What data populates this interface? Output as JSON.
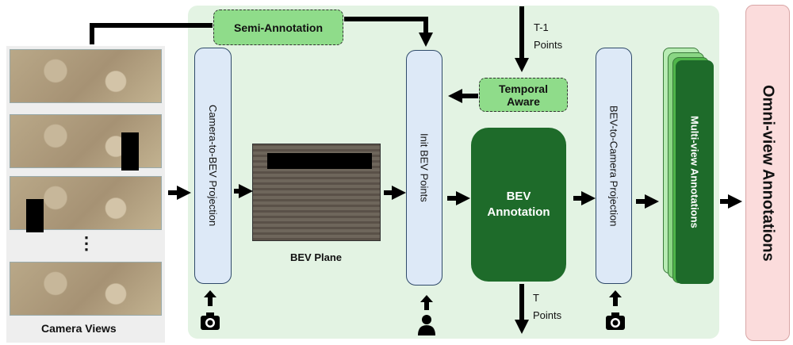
{
  "labels": {
    "camera_views": "Camera Views",
    "camera_to_bev": "Camera-to-BEV Projection",
    "semi_annotation": "Semi-Annotation",
    "bev_plane": "BEV Plane",
    "init_bev_points": "Init BEV Points",
    "t_minus_1": "T-1",
    "points_top": "Points",
    "temporal_aware_1": "Temporal",
    "temporal_aware_2": "Aware",
    "bev_annotation_1": "BEV",
    "bev_annotation_2": "Annotation",
    "t": "T",
    "points_bottom": "Points",
    "bev_to_camera": "BEV-to-Camera Projection",
    "multi_view": "Multi-view Annotations",
    "omni_view": "Omni-view Annotations",
    "ellipsis": "⋮"
  },
  "icons": [
    "camera-icon",
    "person-icon"
  ],
  "colors": {
    "panel": "#e3f3e3",
    "projection_bar": "#dde9f7",
    "dashed_box": "#8fdc8a",
    "bev_annotation": "#1e6b2a",
    "omni_panel": "#fbdcdc"
  }
}
